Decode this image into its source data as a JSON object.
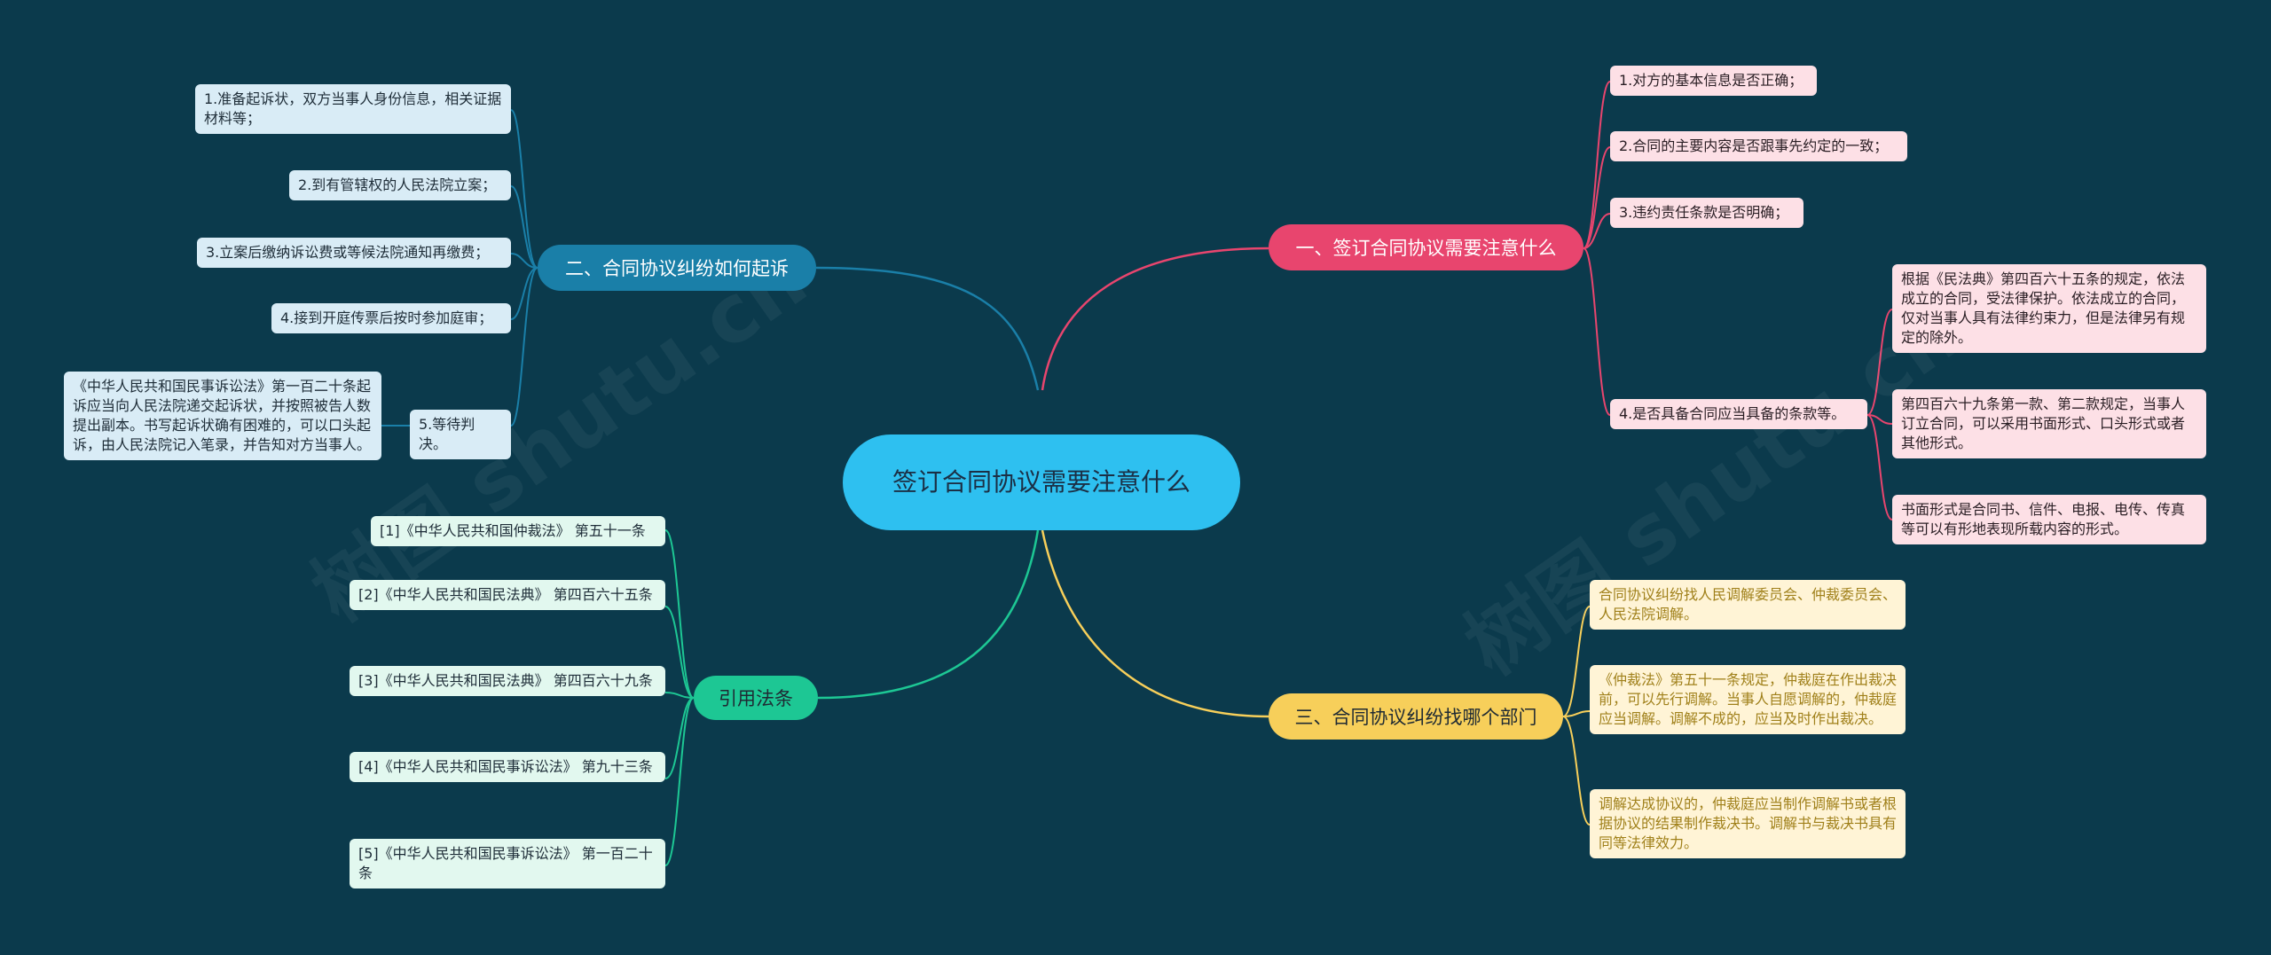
{
  "root": {
    "label": "签订合同协议需要注意什么"
  },
  "branches": {
    "b1": {
      "label": "一、签订合同协议需要注意什么",
      "color": "#e8456e",
      "items": [
        "1.对方的基本信息是否正确；",
        "2.合同的主要内容是否跟事先约定的一致；",
        "3.违约责任条款是否明确；",
        "4.是否具备合同应当具备的条款等。"
      ],
      "sub_items": [
        "根据《民法典》第四百六十五条的规定，依法成立的合同，受法律保护。依法成立的合同，仅对当事人具有法律约束力，但是法律另有规定的除外。",
        "第四百六十九条第一款、第二款规定，当事人订立合同，可以采用书面形式、口头形式或者其他形式。",
        "书面形式是合同书、信件、电报、电传、传真等可以有形地表现所载内容的形式。"
      ]
    },
    "b2": {
      "label": "二、合同协议纠纷如何起诉",
      "color": "#1a7fa8",
      "items": [
        "1.准备起诉状，双方当事人身份信息，相关证据材料等；",
        "2.到有管辖权的人民法院立案；",
        "3.立案后缴纳诉讼费或等候法院通知再缴费；",
        "4.接到开庭传票后按时参加庭审；",
        "5.等待判决。"
      ],
      "sub_items": [
        "《中华人民共和国民事诉讼法》第一百二十条起诉应当向人民法院递交起诉状，并按照被告人数提出副本。书写起诉状确有困难的，可以口头起诉，由人民法院记入笔录，并告知对方当事人。"
      ]
    },
    "b3": {
      "label": "三、合同协议纠纷找哪个部门",
      "color": "#f7cf5a",
      "items": [
        "合同协议纠纷找人民调解委员会、仲裁委员会、人民法院调解。",
        "《仲裁法》第五十一条规定，仲裁庭在作出裁决前，可以先行调解。当事人自愿调解的，仲裁庭应当调解。调解不成的，应当及时作出裁决。",
        "调解达成协议的，仲裁庭应当制作调解书或者根据协议的结果制作裁决书。调解书与裁决书具有同等法律效力。"
      ]
    },
    "b4": {
      "label": "引用法条",
      "color": "#1dc794",
      "items": [
        "[1]《中华人民共和国仲裁法》 第五十一条",
        "[2]《中华人民共和国民法典》 第四百六十五条",
        "[3]《中华人民共和国民法典》 第四百六十九条",
        "[4]《中华人民共和国民事诉讼法》 第九十三条",
        "[5]《中华人民共和国民事诉讼法》 第一百二十条"
      ]
    }
  }
}
